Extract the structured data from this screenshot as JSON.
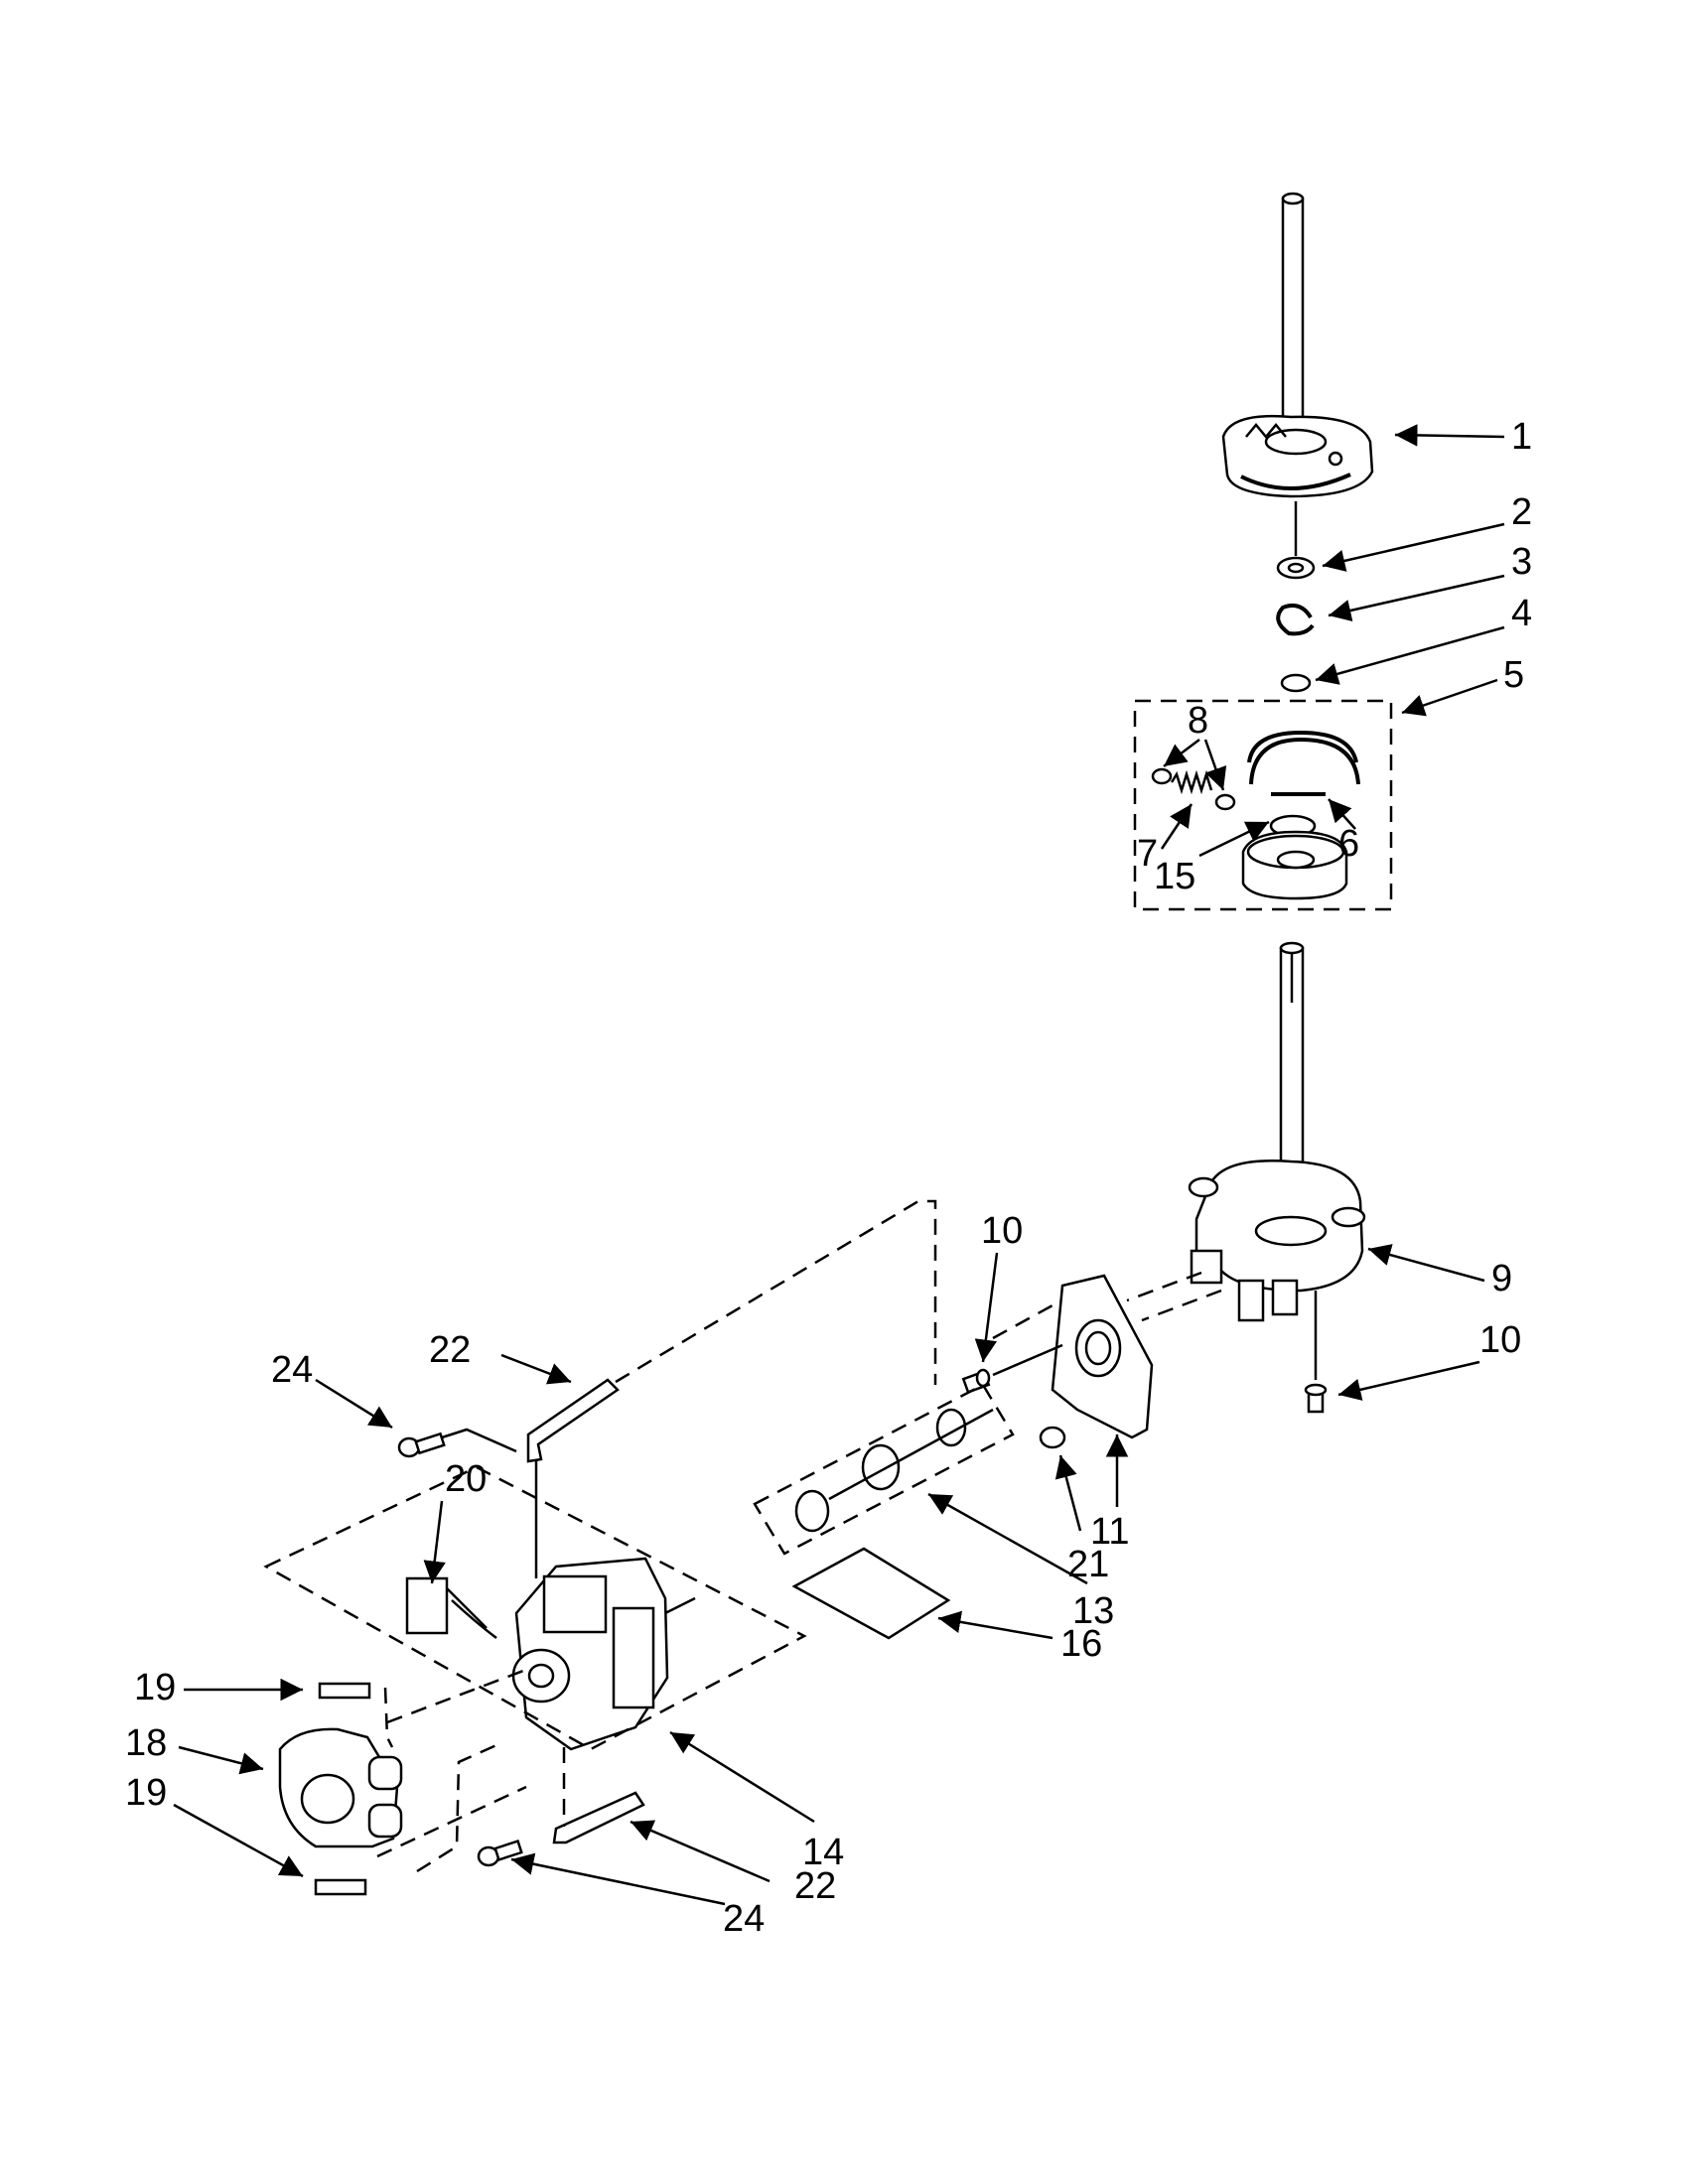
{
  "callouts": {
    "c1": "1",
    "c2": "2",
    "c3": "3",
    "c4": "4",
    "c5": "5",
    "c6": "6",
    "c7": "7",
    "c8": "8",
    "c9": "9",
    "c10a": "10",
    "c10b": "10",
    "c11": "11",
    "c13": "13",
    "c14": "14",
    "c15": "15",
    "c16": "16",
    "c18": "18",
    "c19a": "19",
    "c19b": "19",
    "c20": "20",
    "c21": "21",
    "c22a": "22",
    "c22b": "22",
    "c24a": "24",
    "c24b": "24"
  }
}
